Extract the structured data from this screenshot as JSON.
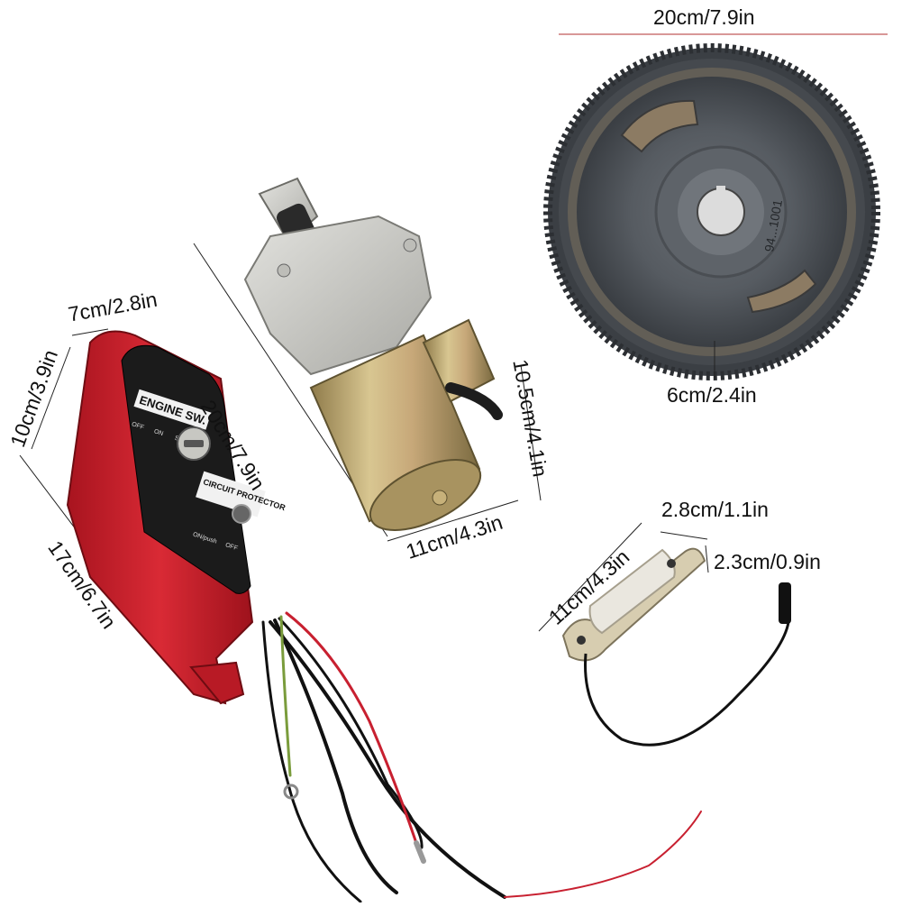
{
  "flywheel": {
    "diameter_label": "20cm/7.9in",
    "height_label": "6cm/2.4in",
    "casting_text": "94...1001"
  },
  "starter_motor": {
    "length_label": "20cm/7.9in",
    "width_label": "11cm/4.3in",
    "height_label": "10.5cm/4.1in"
  },
  "switch_box": {
    "width_label": "7cm/2.8in",
    "depth_label": "10cm/3.9in",
    "height_label": "17cm/6.7in",
    "panel_title": "ENGINE SW.",
    "switch_positions": [
      "OFF",
      "ON",
      "START"
    ],
    "breaker_title": "CIRCUIT PROTECTOR",
    "breaker_positions": [
      "ON/push",
      "OFF"
    ]
  },
  "charging_coil": {
    "length_label": "11cm/4.3in",
    "width_label": "2.8cm/1.1in",
    "thickness_label": "2.3cm/0.9in"
  },
  "colors": {
    "switch_body": "#c8202c",
    "flywheel_metal": "#4a4f55",
    "motor_brass": "#b8a26a",
    "starter_housing": "#c9c9c4"
  }
}
